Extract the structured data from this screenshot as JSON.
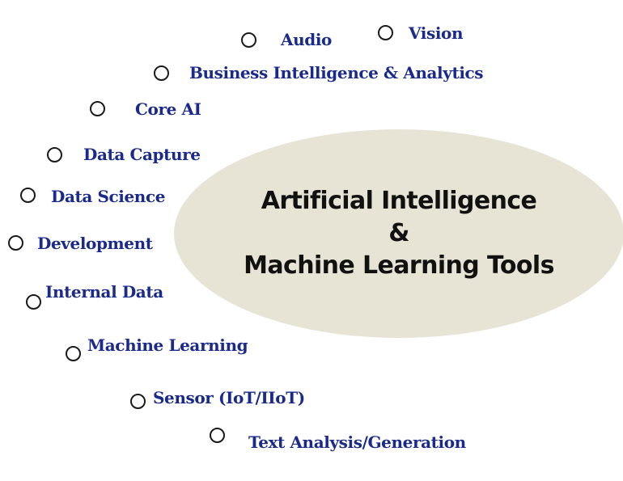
{
  "center": {
    "line1": "Artificial Intelligence",
    "line2": "&",
    "line3": "Machine Learning Tools"
  },
  "items": [
    {
      "label": "Audio"
    },
    {
      "label": "Vision"
    },
    {
      "label": "Business Intelligence & Analytics"
    },
    {
      "label": "Core AI"
    },
    {
      "label": "Data Capture"
    },
    {
      "label": "Data Science"
    },
    {
      "label": "Development"
    },
    {
      "label": "Internal Data"
    },
    {
      "label": "Machine Learning"
    },
    {
      "label": "Sensor (IoT/IIoT)"
    },
    {
      "label": "Text Analysis/Generation"
    }
  ],
  "colors": {
    "label": "#1a2a8c",
    "ellipse": "#e7e4d5",
    "title": "#111111"
  }
}
